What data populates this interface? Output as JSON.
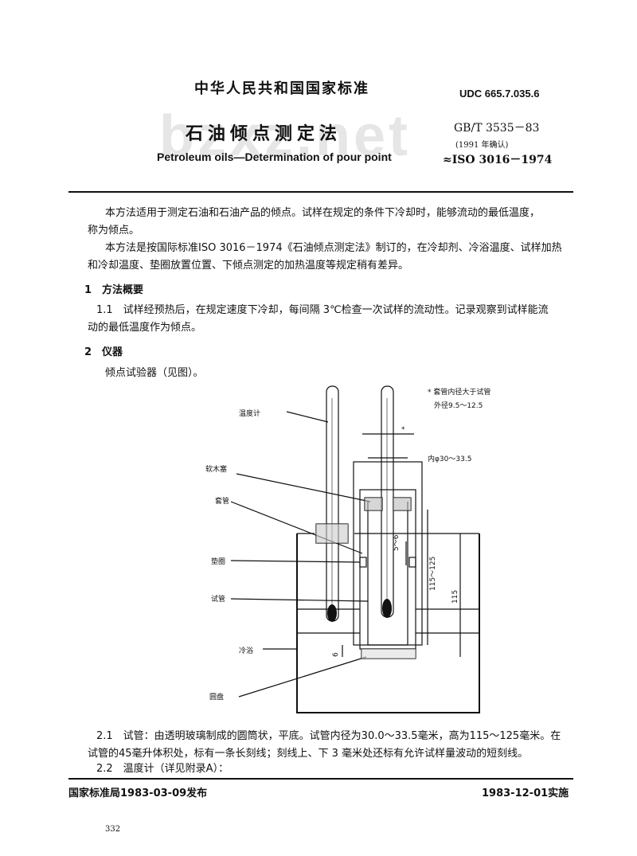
{
  "header": {
    "org": "中华人民共和国国家标准",
    "udc": "UDC 665.7.035.6",
    "title_cn": "石油倾点测定法",
    "title_en": "Petroleum oils—Determination of pour point",
    "std_no": "GB/T 3535－83",
    "confirmed": "(1991 年确认)",
    "iso": "≈ISO 3016－1974",
    "watermark": "bzxz.net"
  },
  "intro": {
    "p1": "本方法适用于测定石油和石油产品的倾点。试样在规定的条件下冷却时，能够流动的最低温度，",
    "p1b": "称为倾点。",
    "p2": "本方法是按国际标准ISO 3016－1974《石油倾点测定法》制订的，在冷却剂、冷浴温度、试样加热",
    "p2b": "和冷却温度、垫圈放置位置、下倾点测定的加热温度等规定稍有差异。"
  },
  "sections": {
    "s1_title": "1　方法概要",
    "s1_1a": "1.1　试样经预热后，在规定速度下冷却，每间隔 3℃检查一次试样的流动性。记录观察到试样能流",
    "s1_1b": "动的最低温度作为倾点。",
    "s2_title": "2　仪器",
    "s2_text": "倾点试验器（见图）。",
    "s2_1a": "2.1　试管：由透明玻璃制成的圆筒状，平底。试管内径为30.0～33.5毫米，高为115～125毫米。在",
    "s2_1b": "试管的45毫升体积处，标有一条长刻线；刻线上、下 3 毫米处还标有允许试样量波动的短刻线。",
    "s2_2": "2.2　温度计（详见附录A）："
  },
  "figure": {
    "labels": {
      "thermometer": "温度计",
      "cork": "软木塞",
      "jacket": "套管",
      "gasket": "垫圈",
      "test_tube": "试管",
      "cold_bath": "冷浴",
      "disc": "圆盘"
    },
    "note1": "* 套管内径大于试管",
    "note2": "外径9.5～12.5",
    "dim_inner": "内φ30～33.5",
    "dim_5_6": "5～6",
    "dim_115_125": "115～125",
    "dim_115": "115",
    "dim_6": "6",
    "star": "*"
  },
  "footer": {
    "left": "国家标准局1983-03-09发布",
    "right": "1983-12-01实施",
    "page": "332"
  }
}
